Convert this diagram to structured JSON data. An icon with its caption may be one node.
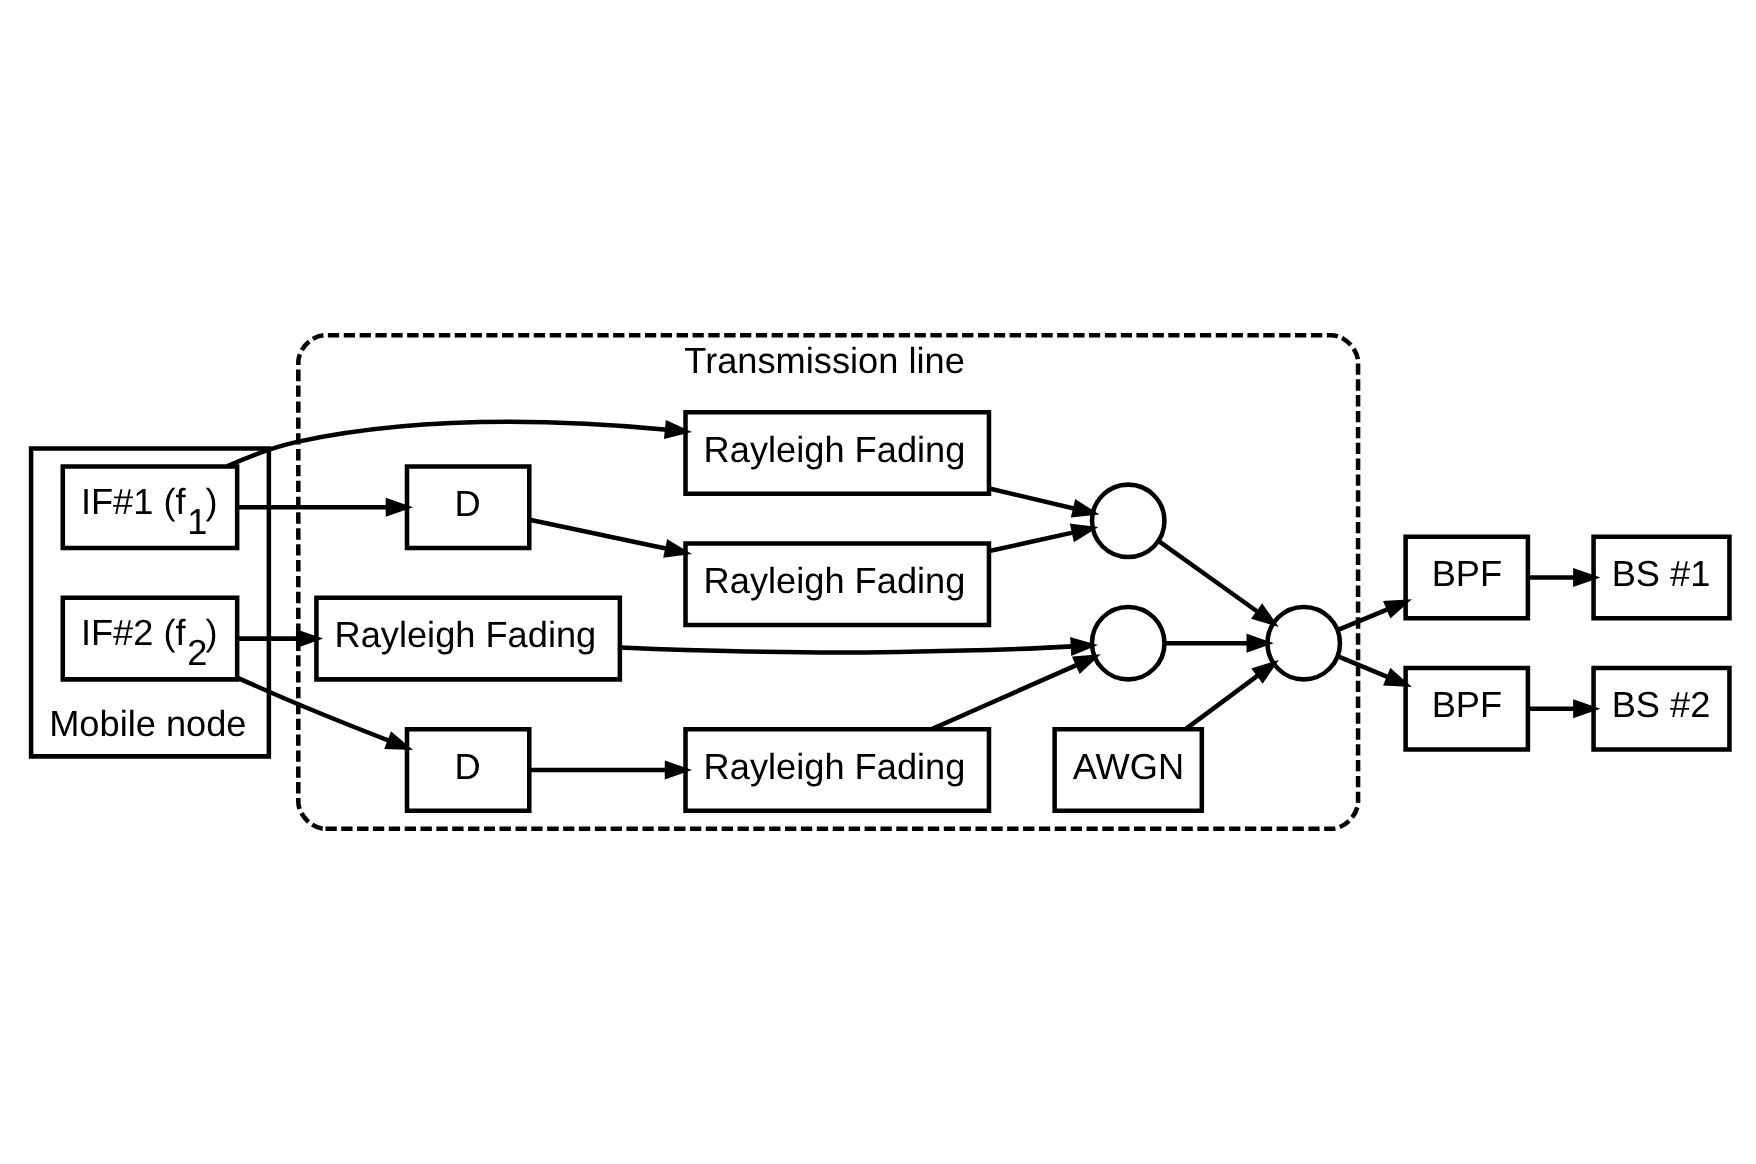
{
  "diagram": {
    "nodes": [
      {
        "text": [
          "Mobile node"
        ]
      },
      {
        "text": [
          "IF#1 (f$_{1}$)"
        ],
        "in": 0
      },
      {
        "text": [
          "IF#2 (f$_{2}$)"
        ],
        "in": 0
      },
      {
        "text": [
          "Transmission line"
        ]
      },
      {
        "text": [
          "Rayleigh Fading"
        ],
        "in": 3
      },
      {
        "text": [
          "D"
        ],
        "in": 3
      },
      {
        "text": [
          "Rayleigh Fading"
        ],
        "in": 3
      },
      {
        "text": [],
        "shape": "circle",
        "in": 3
      },
      {
        "text": [
          "Rayleigh Fading"
        ],
        "in": 3
      },
      {
        "text": [
          "D"
        ],
        "in": 3
      },
      {
        "text": [
          "Rayleigh Fading"
        ],
        "in": 3
      },
      {
        "text": [],
        "shape": "circle",
        "in": 3
      },
      {
        "text": [
          "AWGN"
        ],
        "in": 3
      },
      {
        "text": [],
        "shape": "circle",
        "in": 3
      },
      {
        "text": [
          "BPF"
        ]
      },
      {
        "text": [
          "BPF"
        ]
      },
      {
        "text": [
          "BS #1"
        ]
      },
      {
        "text": [
          "BS #2"
        ]
      }
    ],
    "edges": [
      {
        "from": 1,
        "to": 4,
        "arrow": "to"
      },
      {
        "from": 1,
        "to": 5,
        "arrow": "to"
      },
      {
        "from": 5,
        "to": 6,
        "arrow": "to"
      },
      {
        "from": 4,
        "to": 7,
        "arrow": "to"
      },
      {
        "from": 6,
        "to": 7,
        "arrow": "to"
      },
      {
        "from": 2,
        "to": 8,
        "arrow": "to"
      },
      {
        "from": 2,
        "to": 9,
        "arrow": "to"
      },
      {
        "from": 9,
        "to": 10,
        "arrow": "to"
      },
      {
        "from": 8,
        "to": 11,
        "arrow": "to"
      },
      {
        "from": 10,
        "to": 11,
        "arrow": "to"
      },
      {
        "from": 7,
        "to": 13,
        "arrow": "to"
      },
      {
        "from": 11,
        "to": 13,
        "arrow": "to"
      },
      {
        "from": 12,
        "to": 13,
        "arrow": "to"
      },
      {
        "from": 13,
        "to": 14,
        "arrow": "to"
      },
      {
        "from": 13,
        "to": 15,
        "arrow": "to"
      },
      {
        "from": 14,
        "to": 16,
        "arrow": "to"
      },
      {
        "from": 15,
        "to": 17,
        "arrow": "to"
      }
    ]
  }
}
